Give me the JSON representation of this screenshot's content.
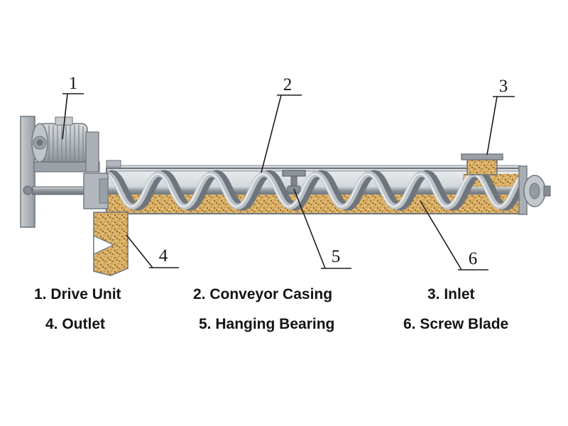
{
  "diagram": {
    "callouts": {
      "n1": "1",
      "n2": "2",
      "n3": "3",
      "n4": "4",
      "n5": "5",
      "n6": "6"
    },
    "legend": {
      "item1": "1. Drive Unit",
      "item2": "2. Conveyor Casing",
      "item3": "3. Inlet",
      "item4": "4. Outlet",
      "item5": "5. Hanging Bearing",
      "item6": "6. Screw Blade"
    },
    "colors": {
      "material": "#dcb269",
      "material_speckle": "#8a6227",
      "casing": "#b6bcc2",
      "line": "#1c1c1c",
      "background": "#ffffff"
    }
  }
}
